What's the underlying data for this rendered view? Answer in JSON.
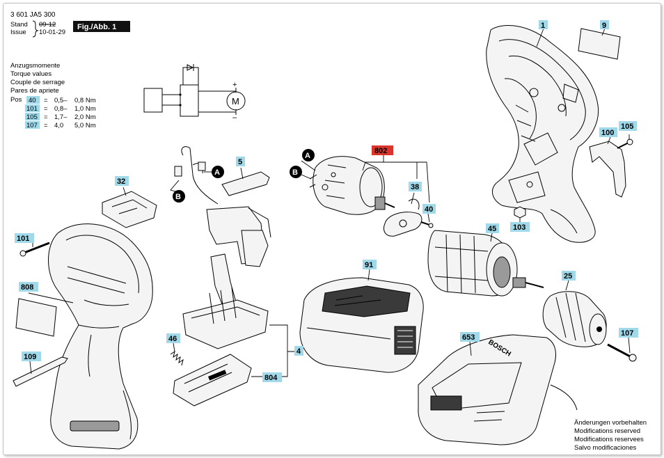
{
  "header": {
    "doc_number": "3 601 JA5 300",
    "stand_label": "Stand",
    "issue_label": "Issue",
    "stand_old": "09-12",
    "issue_date": "10-01-29",
    "fig_label": "Fig./Abb. 1"
  },
  "torque": {
    "headings": [
      "Anzugsmomente",
      "Torque values",
      "Couple de serrage",
      "Pares de apriete"
    ],
    "pos_label": "Pos",
    "rows": [
      {
        "pos": "40",
        "eq": "=",
        "min": "0,5–",
        "max": "0,8 Nm"
      },
      {
        "pos": "101",
        "eq": "=",
        "min": "0,8–",
        "max": "1,0 Nm"
      },
      {
        "pos": "105",
        "eq": "=",
        "min": "1,7–",
        "max": "2,0 Nm"
      },
      {
        "pos": "107",
        "eq": "=",
        "min": "4,0",
        "max": "5,0 Nm"
      }
    ]
  },
  "schematic": {
    "motor_symbol": "M",
    "plus": "+",
    "minus": "–"
  },
  "connectors": {
    "a": "A",
    "b": "B"
  },
  "callouts": [
    {
      "id": "1",
      "label": "1"
    },
    {
      "id": "9",
      "label": "9"
    },
    {
      "id": "100",
      "label": "100"
    },
    {
      "id": "105",
      "label": "105"
    },
    {
      "id": "103",
      "label": "103"
    },
    {
      "id": "802",
      "label": "802"
    },
    {
      "id": "38",
      "label": "38"
    },
    {
      "id": "40",
      "label": "40"
    },
    {
      "id": "45",
      "label": "45"
    },
    {
      "id": "5",
      "label": "5"
    },
    {
      "id": "32",
      "label": "32"
    },
    {
      "id": "101",
      "label": "101"
    },
    {
      "id": "808",
      "label": "808"
    },
    {
      "id": "91",
      "label": "91"
    },
    {
      "id": "25",
      "label": "25"
    },
    {
      "id": "107",
      "label": "107"
    },
    {
      "id": "46",
      "label": "46"
    },
    {
      "id": "4",
      "label": "4"
    },
    {
      "id": "804",
      "label": "804"
    },
    {
      "id": "109",
      "label": "109"
    },
    {
      "id": "653",
      "label": "653"
    }
  ],
  "charger_brand": "BOSCH",
  "footer": [
    "Änderungen vorbehalten",
    "Modifications reserved",
    "Modifications reservees",
    "Salvo modificaciones"
  ],
  "colors": {
    "callout": "#9fd9ea",
    "highlight": "#d9352b",
    "fig_badge": "#111111"
  }
}
